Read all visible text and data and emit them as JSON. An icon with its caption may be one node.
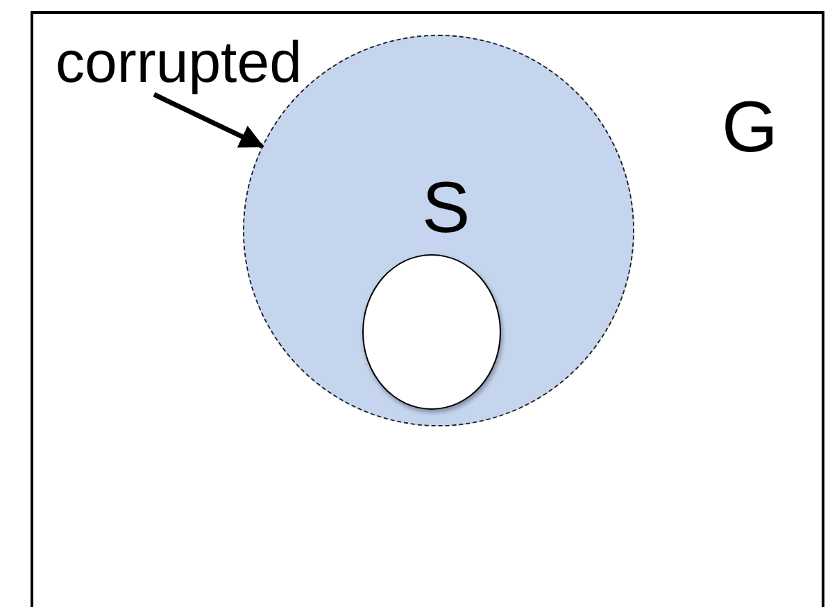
{
  "diagram": {
    "nodes": [
      {
        "text": [
          "G"
        ]
      },
      {
        "text": [
          "S"
        ],
        "in": 0
      },
      {
        "text": [],
        "shape": "circle",
        "in": 1
      },
      {
        "text": [
          "corrupted"
        ],
        "in": 0
      }
    ],
    "edges": [
      {
        "from": 3,
        "to": 1,
        "arrow": "to"
      }
    ]
  }
}
